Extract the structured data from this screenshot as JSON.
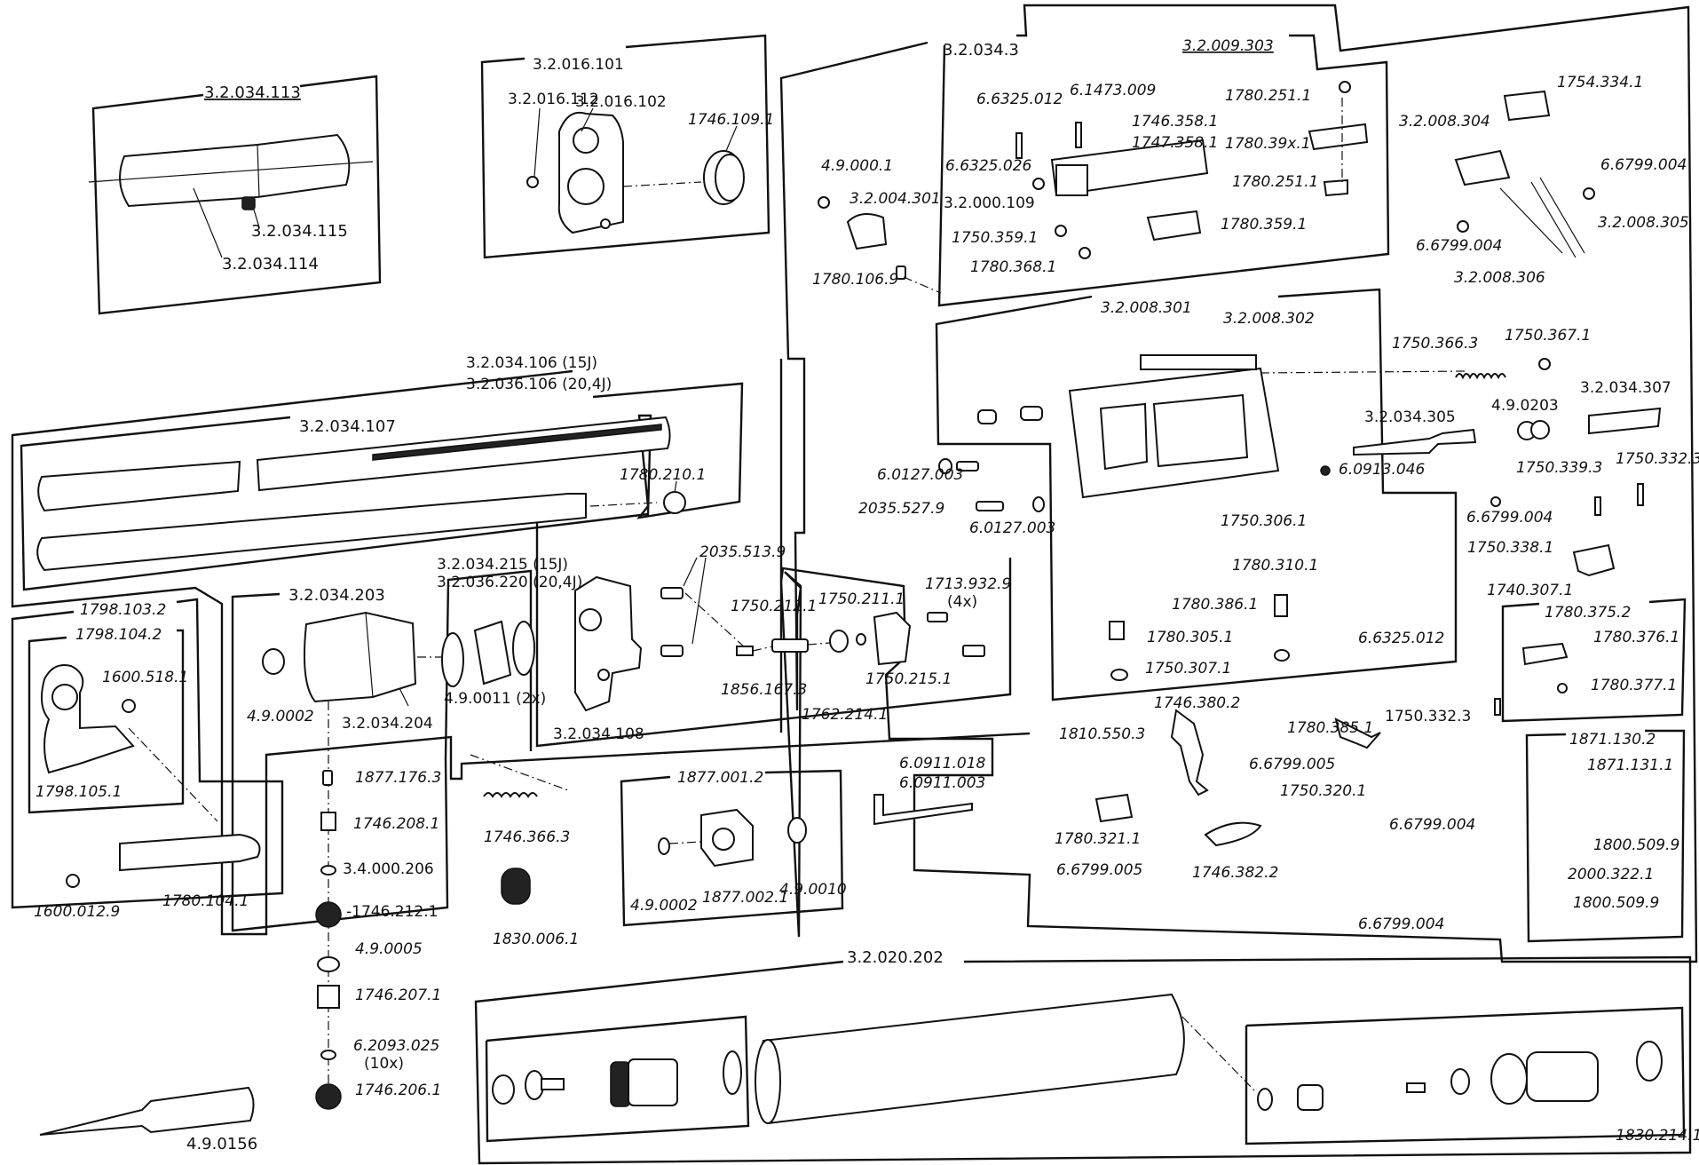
{
  "groups": {
    "g_034_113": "3.2.034.113",
    "g_016_101": "3.2.016.101",
    "g_034_3": "3.2.034.3",
    "g_009_303": "3.2.009.303",
    "g_008_301": "3.2.008.301",
    "g_034_106": "3.2.034.106 (15J)",
    "g_036_106": "3.2.036.106 (20,4J)",
    "g_034_107": "3.2.034.107",
    "g_034_203": "3.2.034.203",
    "g_1798_103": "1798.103.2",
    "g_1798_104": "1798.104.2",
    "g_1877_001": "1877.001.2",
    "g_020_202": "3.2.020.202",
    "g_1780_375": "1780.375.2",
    "g_1871_130": "1871.130.2"
  },
  "labels": {
    "l_034_115": "3.2.034.115",
    "l_034_114": "3.2.034.114",
    "l_016_112": "3.2.016.112",
    "l_016_102": "3.2.016.102",
    "l_1746_109": "1746.109.1",
    "l_4_9000_1": "4.9.000.1",
    "l_004_301": "3.2.004.301",
    "l_1780_106": "1780.106.9",
    "l_6_6325_012a": "6.6325.012",
    "l_6_1473": "6.1473.009",
    "l_1746_358": "1746.358.1",
    "l_1747_358": "1747.358.1",
    "l_6_6325_026": "6.6325.026",
    "l_000_109": "3.2.000.109",
    "l_1750_359": "1750.359.1",
    "l_1780_368": "1780.368.1",
    "l_1780_359": "1780.359.1",
    "l_1780_251a": "1780.251.1",
    "l_1780_39x": "1780.39x.1",
    "l_1780_251b": "1780.251.1",
    "l_1754_334": "1754.334.1",
    "l_008_304": "3.2.008.304",
    "l_6_6799_004a": "6.6799.004",
    "l_6_6799_004b": "6.6799.004",
    "l_008_305": "3.2.008.305",
    "l_008_306": "3.2.008.306",
    "l_008_302": "3.2.008.302",
    "l_1750_366": "1750.366.3",
    "l_1750_367": "1750.367.1",
    "l_034_305": "3.2.034.305",
    "l_4_9_0203": "4.9.0203",
    "l_034_307": "3.2.034.307",
    "l_6_0127_003a": "6.0127.003",
    "l_2035_527": "2035.527.9",
    "l_6_0127_003b": "6.0127.003",
    "l_6_0913": "6.0913.046",
    "l_1750_339": "1750.339.3",
    "l_1750_332a": "1750.332.3",
    "l_6_6799_004c": "6.6799.004",
    "l_1750_306": "1750.306.1",
    "l_1750_338": "1750.338.1",
    "l_1780_310": "1780.310.1",
    "l_1740_307": "1740.307.1",
    "l_1780_386": "1780.386.1",
    "l_1780_305": "1780.305.1",
    "l_6_6325_012b": "6.6325.012",
    "l_1750_307": "1750.307.1",
    "l_1780_376": "1780.376.1",
    "l_1780_377": "1780.377.1",
    "l_1750_332b": "1750.332.3",
    "l_1780_210": "1780.210.1",
    "l_2035_513": "2035.513.9",
    "l_034_215": "3.2.034.215 (15J)",
    "l_036_220": "3.2.036.220 (20,4J)",
    "l_1750_212": "1750.212.1",
    "l_1750_211": "1750.211.1",
    "l_1713_932": "1713.932.9",
    "l_4x": "(4x)",
    "l_4_9_0002a": "4.9.0002",
    "l_034_204": "3.2.034.204",
    "l_4_9_0011": "4.9.0011 (2x)",
    "l_034_108": "3.2.034.108",
    "l_1856_167": "1856.167.3",
    "l_1762_214": "1762.214.1",
    "l_1750_215": "1750.215.1",
    "l_1600_518": "1600.518.1",
    "l_1798_105": "1798.105.1",
    "l_1600_012": "1600.012.9",
    "l_1780_104": "1780.104.1",
    "l_1877_176": "1877.176.3",
    "l_1746_208": "1746.208.1",
    "l_3_4_000": "3.4.000.206",
    "l_1746_212": "-1746.212.1",
    "l_4_9_0005": "4.9.0005",
    "l_1746_207": "1746.207.1",
    "l_6_2093": "6.2093.025",
    "l_10x": "(10x)",
    "l_1746_206": "1746.206.1",
    "l_4_9_0156": "4.9.0156",
    "l_1746_366": "1746.366.3",
    "l_1830_006": "1830.006.1",
    "l_4_9_0002b": "4.9.0002",
    "l_1877_002": "1877.002.1",
    "l_4_9_0010": "4.9.0010",
    "l_6_0911_018": "6.0911.018",
    "l_6_0911_003": "6.0911.003",
    "l_1746_380": "1746.380.2",
    "l_1810_550": "1810.550.3",
    "l_1780_385": "1780.385.1",
    "l_6_6799_005a": "6.6799.005",
    "l_1750_320": "1750.320.1",
    "l_6_6799_004d": "6.6799.004",
    "l_1780_321": "1780.321.1",
    "l_6_6799_005b": "6.6799.005",
    "l_1746_382": "1746.382.2",
    "l_6_6799_004e": "6.6799.004",
    "l_1871_131": "1871.131.1",
    "l_1800_509a": "1800.509.9",
    "l_2000_322": "2000.322.1",
    "l_1800_509b": "1800.509.9",
    "l_1830_214": "1830.214.1"
  }
}
